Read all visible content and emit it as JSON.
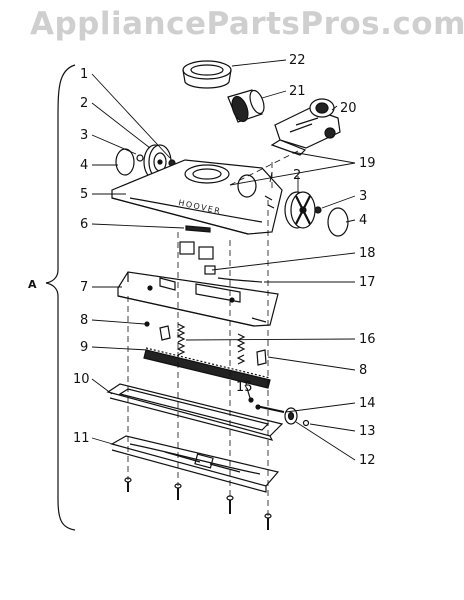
{
  "watermark": "AppliancePartsPros.com",
  "brand_stamp": "HOOVER",
  "assembly_label": "A",
  "callouts": {
    "c1": "1",
    "c2a": "2",
    "c2b": "2",
    "c3a": "3",
    "c3b": "3",
    "c4a": "4",
    "c4b": "4",
    "c5": "5",
    "c6": "6",
    "c7": "7",
    "c8a": "8",
    "c8b": "8",
    "c9": "9",
    "c10": "10",
    "c11": "11",
    "c12": "12",
    "c13": "13",
    "c14": "14",
    "c15": "15",
    "c16": "16",
    "c17": "17",
    "c18": "18",
    "c19": "19",
    "c20": "20",
    "c21": "21",
    "c22": "22"
  }
}
